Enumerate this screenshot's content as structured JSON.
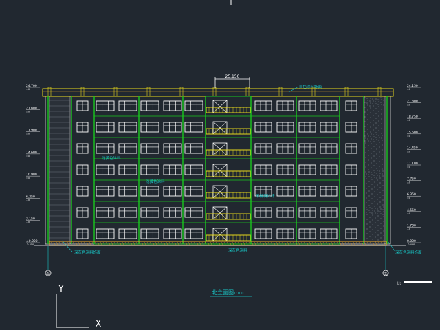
{
  "drawing": {
    "title": "北立面图",
    "scale": "1:100",
    "colors": {
      "background": "#212830",
      "wall": "#d8d8d8",
      "green": "#19c81e",
      "yellow": "#e6d81c",
      "cyan": "#19c8c8",
      "orange": "#d89a2a",
      "white": "#ffffff"
    },
    "top_dimension": "25.150",
    "elevations_left": [
      {
        "value": "24.700",
        "sub": "±0"
      },
      {
        "value": "21.600",
        "sub": "±0"
      },
      {
        "value": "17.900",
        "sub": "±0"
      },
      {
        "value": "14.600",
        "sub": "±0"
      },
      {
        "value": "10.900",
        "sub": "±0"
      },
      {
        "value": "6.350",
        "sub": "±0"
      },
      {
        "value": "3.150",
        "sub": "±0"
      },
      {
        "value": "±0.000",
        "sub": "-0.450"
      }
    ],
    "elevations_right": [
      {
        "value": "24.150",
        "sub": "±0"
      },
      {
        "value": "21.600",
        "sub": "±0"
      },
      {
        "value": "18.750",
        "sub": "±0"
      },
      {
        "value": "15.600",
        "sub": "±0"
      },
      {
        "value": "14.450",
        "sub": "±0"
      },
      {
        "value": "11.100",
        "sub": "±0"
      },
      {
        "value": "7.750",
        "sub": "±0"
      },
      {
        "value": "6.350",
        "sub": "±0"
      },
      {
        "value": "4.550",
        "sub": "±0"
      },
      {
        "value": "1.700",
        "sub": "±0"
      },
      {
        "value": "0.000",
        "sub": "-0.450"
      }
    ],
    "annotations": [
      {
        "id": "roof-note",
        "text": "白色涂料饰面"
      },
      {
        "id": "wall-note-1",
        "text": "浅黄色涂料"
      },
      {
        "id": "wall-note-2",
        "text": "浅黄色涂料"
      },
      {
        "id": "stair-note",
        "text": "不锈钢栏杆"
      },
      {
        "id": "base-note-left",
        "text": "深灰色涂料饰面"
      },
      {
        "id": "base-note-center",
        "text": "深灰色涂料"
      },
      {
        "id": "base-note-right",
        "text": "深灰色涂料饰面"
      }
    ],
    "axis_labels": {
      "left": "①",
      "right": "①"
    },
    "ucs": {
      "x": "X",
      "y": "Y"
    },
    "scale_note": "比"
  }
}
